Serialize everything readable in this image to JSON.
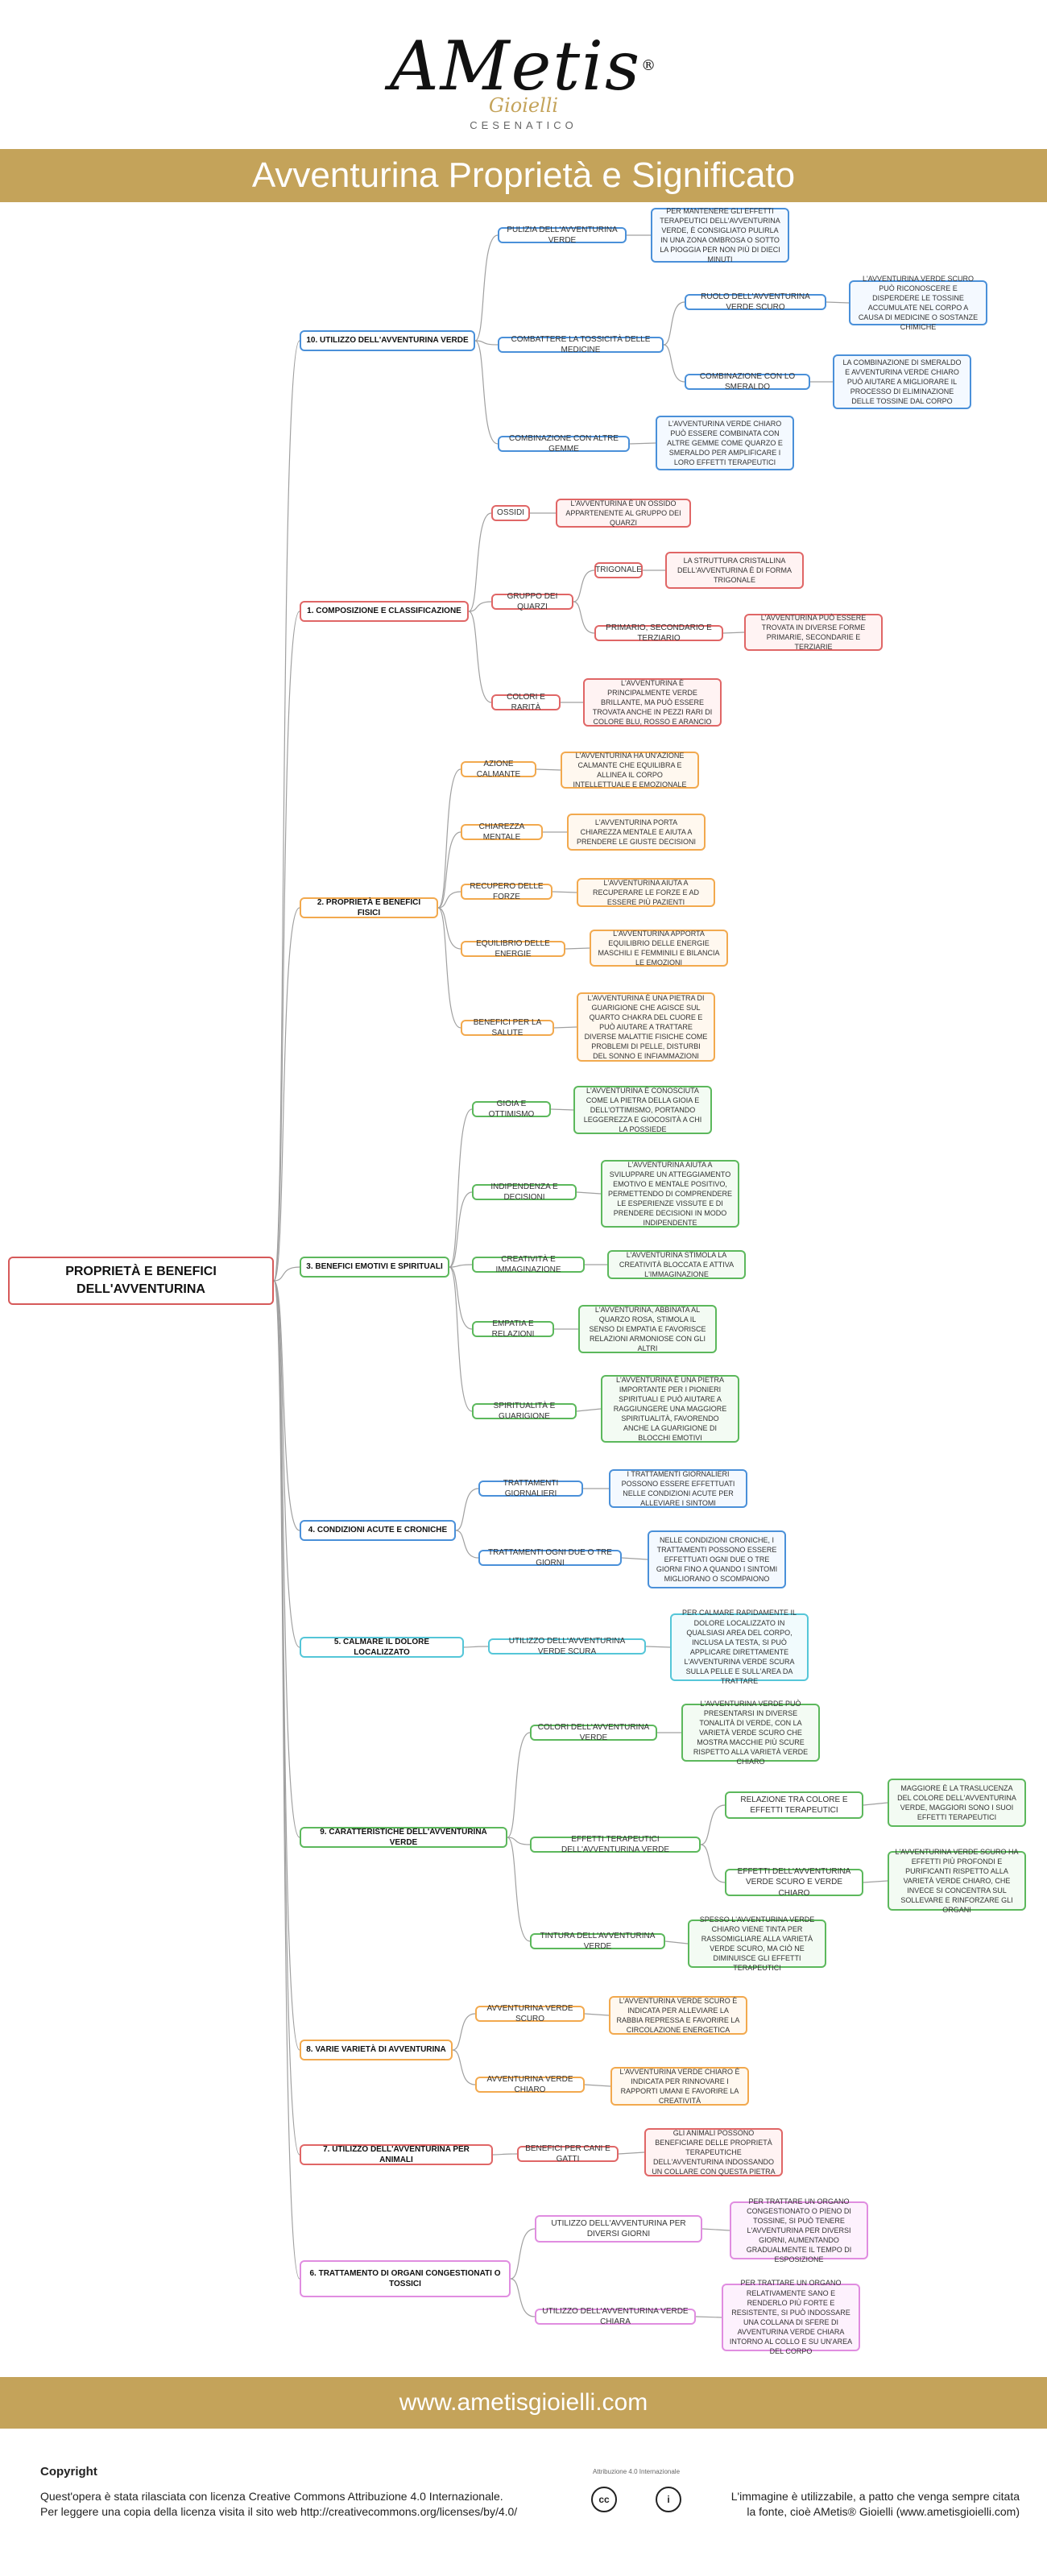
{
  "brand": {
    "name": "AMetis",
    "reg": "®",
    "sub": "Gioielli",
    "place": "CESENATICO"
  },
  "title": "Avventurina Proprietà e Significato",
  "root": "PROPRIETÀ E BENEFICI DELL'AVVENTURINA",
  "nodes": {
    "b10": "10. UTILIZZO DELL'AVVENTURINA VERDE",
    "b10_pul": "PULIZIA DELL'AVVENTURINA VERDE",
    "b10_pul_t": "PER MANTENERE GLI EFFETTI TERAPEUTICI DELL'AVVENTURINA VERDE, È CONSIGLIATO PULIRLA IN UNA ZONA OMBROSA O SOTTO LA PIOGGIA PER NON PIÙ DI DIECI MINUTI",
    "b10_tox": "COMBATTERE LA TOSSICITÀ DELLE MEDICINE",
    "b10_ruolo": "RUOLO DELL'AVVENTURINA VERDE SCURO",
    "b10_ruolo_t": "L'AVVENTURINA VERDE SCURO PUÒ RICONOSCERE E DISPERDERE LE TOSSINE ACCUMULATE NEL CORPO A CAUSA DI MEDICINE O SOSTANZE CHIMICHE",
    "b10_smer": "COMBINAZIONE CON LO SMERALDO",
    "b10_smer_t": "LA COMBINAZIONE DI SMERALDO E AVVENTURINA VERDE CHIARO PUÒ AIUTARE A MIGLIORARE IL PROCESSO DI ELIMINAZIONE DELLE TOSSINE DAL CORPO",
    "b10_gem": "COMBINAZIONE CON ALTRE GEMME",
    "b10_gem_t": "L'AVVENTURINA VERDE CHIARO PUÒ ESSERE COMBINATA CON ALTRE GEMME COME QUARZO E SMERALDO PER AMPLIFICARE I LORO EFFETTI TERAPEUTICI",
    "b1": "1. COMPOSIZIONE E CLASSIFICAZIONE",
    "b1_oss": "OSSIDI",
    "b1_oss_t": "L'AVVENTURINA È UN OSSIDO APPARTENENTE AL GRUPPO DEI QUARZI",
    "b1_gq": "GRUPPO DEI QUARZI",
    "b1_trig": "TRIGONALE",
    "b1_trig_t": "LA STRUTTURA CRISTALLINA DELL'AVVENTURINA È DI FORMA TRIGONALE",
    "b1_prim": "PRIMARIO, SECONDARIO E TERZIARIO",
    "b1_prim_t": "L'AVVENTURINA PUÒ ESSERE TROVATA IN DIVERSE FORME PRIMARIE, SECONDARIE E TERZIARIE",
    "b1_col": "COLORI E RARITÀ",
    "b1_col_t": "L'AVVENTURINA È PRINCIPALMENTE VERDE BRILLANTE, MA PUÒ ESSERE TROVATA ANCHE IN PEZZI RARI DI COLORE BLU, ROSSO E ARANCIO",
    "b2": "2. PROPRIETÀ E BENEFICI FISICI",
    "b2_calm": "AZIONE CALMANTE",
    "b2_calm_t": "L'AVVENTURINA HA UN'AZIONE CALMANTE CHE EQUILIBRA E ALLINEA IL CORPO INTELLETTUALE E EMOZIONALE",
    "b2_chiar": "CHIAREZZA MENTALE",
    "b2_chiar_t": "L'AVVENTURINA PORTA CHIAREZZA MENTALE E AIUTA A PRENDERE LE GIUSTE DECISIONI",
    "b2_rec": "RECUPERO DELLE FORZE",
    "b2_rec_t": "L'AVVENTURINA AIUTA A RECUPERARE LE FORZE E AD ESSERE PIÙ PAZIENTI",
    "b2_eq": "EQUILIBRIO DELLE ENERGIE",
    "b2_eq_t": "L'AVVENTURINA APPORTA EQUILIBRIO DELLE ENERGIE MASCHILI E FEMMINILI E BILANCIA LE EMOZIONI",
    "b2_sal": "BENEFICI PER LA SALUTE",
    "b2_sal_t": "L'AVVENTURINA È UNA PIETRA DI GUARIGIONE CHE AGISCE SUL QUARTO CHAKRA DEL CUORE E PUÒ AIUTARE A TRATTARE DIVERSE MALATTIE FISICHE COME PROBLEMI DI PELLE, DISTURBI DEL SONNO E INFIAMMAZIONI",
    "b3": "3. BENEFICI EMOTIVI E SPIRITUALI",
    "b3_gioia": "GIOIA E OTTIMISMO",
    "b3_gioia_t": "L'AVVENTURINA È CONOSCIUTA COME LA PIETRA DELLA GIOIA E DELL'OTTIMISMO, PORTANDO LEGGEREZZA E GIOCOSITÀ A CHI LA POSSIEDE",
    "b3_ind": "INDIPENDENZA E DECISIONI",
    "b3_ind_t": "L'AVVENTURINA AIUTA A SVILUPPARE UN ATTEGGIAMENTO EMOTIVO E MENTALE POSITIVO, PERMETTENDO DI COMPRENDERE LE ESPERIENZE VISSUTE E DI PRENDERE DECISIONI IN MODO INDIPENDENTE",
    "b3_cre": "CREATIVITÀ E IMMAGINAZIONE",
    "b3_cre_t": "L'AVVENTURINA STIMOLA LA CREATIVITÀ BLOCCATA E ATTIVA L'IMMAGINAZIONE",
    "b3_emp": "EMPATIA E RELAZIONI",
    "b3_emp_t": "L'AVVENTURINA, ABBINATA AL QUARZO ROSA, STIMOLA IL SENSO DI EMPATIA E FAVORISCE RELAZIONI ARMONIOSE CON GLI ALTRI",
    "b3_spi": "SPIRITUALITÀ E GUARIGIONE",
    "b3_spi_t": "L'AVVENTURINA È UNA PIETRA IMPORTANTE PER I PIONIERI SPIRITUALI E PUÒ AIUTARE A RAGGIUNGERE UNA MAGGIORE SPIRITUALITÀ, FAVORENDO ANCHE LA GUARIGIONE DI BLOCCHI EMOTIVI",
    "b4": "4. CONDIZIONI ACUTE E CRONICHE",
    "b4_gio": "TRATTAMENTI GIORNALIERI",
    "b4_gio_t": "I TRATTAMENTI GIORNALIERI POSSONO ESSERE EFFETTUATI NELLE CONDIZIONI ACUTE PER ALLEVIARE I SINTOMI",
    "b4_due": "TRATTAMENTI OGNI DUE O TRE GIORNI",
    "b4_due_t": "NELLE CONDIZIONI CRONICHE, I TRATTAMENTI POSSONO ESSERE EFFETTUATI OGNI DUE O TRE GIORNI FINO A QUANDO I SINTOMI MIGLIORANO O SCOMPAIONO",
    "b5": "5. CALMARE IL DOLORE LOCALIZZATO",
    "b5_uso": "UTILIZZO DELL'AVVENTURINA VERDE SCURA",
    "b5_uso_t": "PER CALMARE RAPIDAMENTE IL DOLORE LOCALIZZATO IN QUALSIASI AREA DEL CORPO, INCLUSA LA TESTA, SI PUÒ APPLICARE DIRETTAMENTE L'AVVENTURINA VERDE SCURA SULLA PELLE E SULL'AREA DA TRATTARE",
    "b9": "9. CARATTERISTICHE DELL'AVVENTURINA VERDE",
    "b9_col": "COLORI DELL'AVVENTURINA VERDE",
    "b9_col_t": "L'AVVENTURINA VERDE PUÒ PRESENTARSI IN DIVERSE TONALITÀ DI VERDE, CON LA VARIETÀ VERDE SCURO CHE MOSTRA MACCHIE PIÙ SCURE RISPETTO ALLA VARIETÀ VERDE CHIARO",
    "b9_eff": "EFFETTI TERAPEUTICI DELL'AVVENTURINA VERDE",
    "b9_rel": "RELAZIONE TRA COLORE E EFFETTI TERAPEUTICI",
    "b9_rel_t": "MAGGIORE È LA TRASLUCENZA DEL COLORE DELL'AVVENTURINA VERDE, MAGGIORI SONO I SUOI EFFETTI TERAPEUTICI",
    "b9_eff2": "EFFETTI DELL'AVVENTURINA VERDE SCURO E VERDE CHIARO",
    "b9_eff2_t": "L'AVVENTURINA VERDE SCURO HA EFFETTI PIÙ PROFONDI E PURIFICANTI RISPETTO ALLA VARIETÀ VERDE CHIARO, CHE INVECE SI CONCENTRA SUL SOLLEVARE E RINFORZARE GLI ORGANI",
    "b9_tin": "TINTURA DELL'AVVENTURINA VERDE",
    "b9_tin_t": "SPESSO L'AVVENTURINA VERDE CHIARO VIENE TINTA PER RASSOMIGLIARE ALLA VARIETÀ VERDE SCURO, MA CIÒ NE DIMINUISCE GLI EFFETTI TERAPEUTICI",
    "b8": "8. VARIE VARIETÀ DI AVVENTURINA",
    "b8_sc": "AVVENTURINA VERDE SCURO",
    "b8_sc_t": "L'AVVENTURINA VERDE SCURO È INDICATA PER ALLEVIARE LA RABBIA REPRESSA E FAVORIRE LA CIRCOLAZIONE ENERGETICA",
    "b8_ch": "AVVENTURINA VERDE CHIARO",
    "b8_ch_t": "L'AVVENTURINA VERDE CHIARO È INDICATA PER RINNOVARE I RAPPORTI UMANI E FAVORIRE LA CREATIVITÀ",
    "b7": "7. UTILIZZO DELL'AVVENTURINA PER ANIMALI",
    "b7_ben": "BENEFICI PER CANI E GATTI",
    "b7_ben_t": "GLI ANIMALI POSSONO BENEFICIARE DELLE PROPRIETÀ TERAPEUTICHE DELL'AVVENTURINA INDOSSANDO UN COLLARE CON QUESTA PIETRA",
    "b6": "6. TRATTAMENTO DI ORGANI CONGESTIONATI O TOSSICI",
    "b6_div": "UTILIZZO DELL'AVVENTURINA PER DIVERSI GIORNI",
    "b6_div_t": "PER TRATTARE UN ORGANO CONGESTIONATO O PIENO DI TOSSINE, SI PUÒ TENERE L'AVVENTURINA PER DIVERSI GIORNI, AUMENTANDO GRADUALMENTE IL TEMPO DI ESPOSIZIONE",
    "b6_chi": "UTILIZZO DELL'AVVENTURINA VERDE CHIARA",
    "b6_chi_t": "PER TRATTARE UN ORGANO RELATIVAMENTE SANO E RENDERLO PIÙ FORTE E RESISTENTE, SI PUÒ INDOSSARE UNA COLLANA DI SFERE DI AVVENTURINA VERDE CHIARA INTORNO AL COLLO E SU UN'AREA DEL CORPO"
  },
  "footer": {
    "url": "www.ametisgioielli.com",
    "copyright_heading": "Copyright",
    "license_line1": "Quest'opera è stata rilasciata con licenza Creative Commons Attribuzione 4.0 Internazionale.",
    "license_line2": "Per leggere una copia della licenza visita il sito web http://creativecommons.org/licenses/by/4.0/",
    "cc_caption": "Attribuzione 4.0 Internazionale",
    "cc_icon1": "cc",
    "cc_icon2": "i",
    "usage_line1": "L'immagine è utilizzabile, a patto che venga sempre citata",
    "usage_line2": "la fonte, cioè AMetis® Gioielli (www.ametisgioielli.com)"
  },
  "colors": {
    "gold": "#c4a35a",
    "blue": "#4a90d9",
    "red": "#e06666",
    "orange": "#f2a94e",
    "green": "#5cb85c",
    "cyan": "#55c6d8",
    "pink": "#e08de0"
  }
}
